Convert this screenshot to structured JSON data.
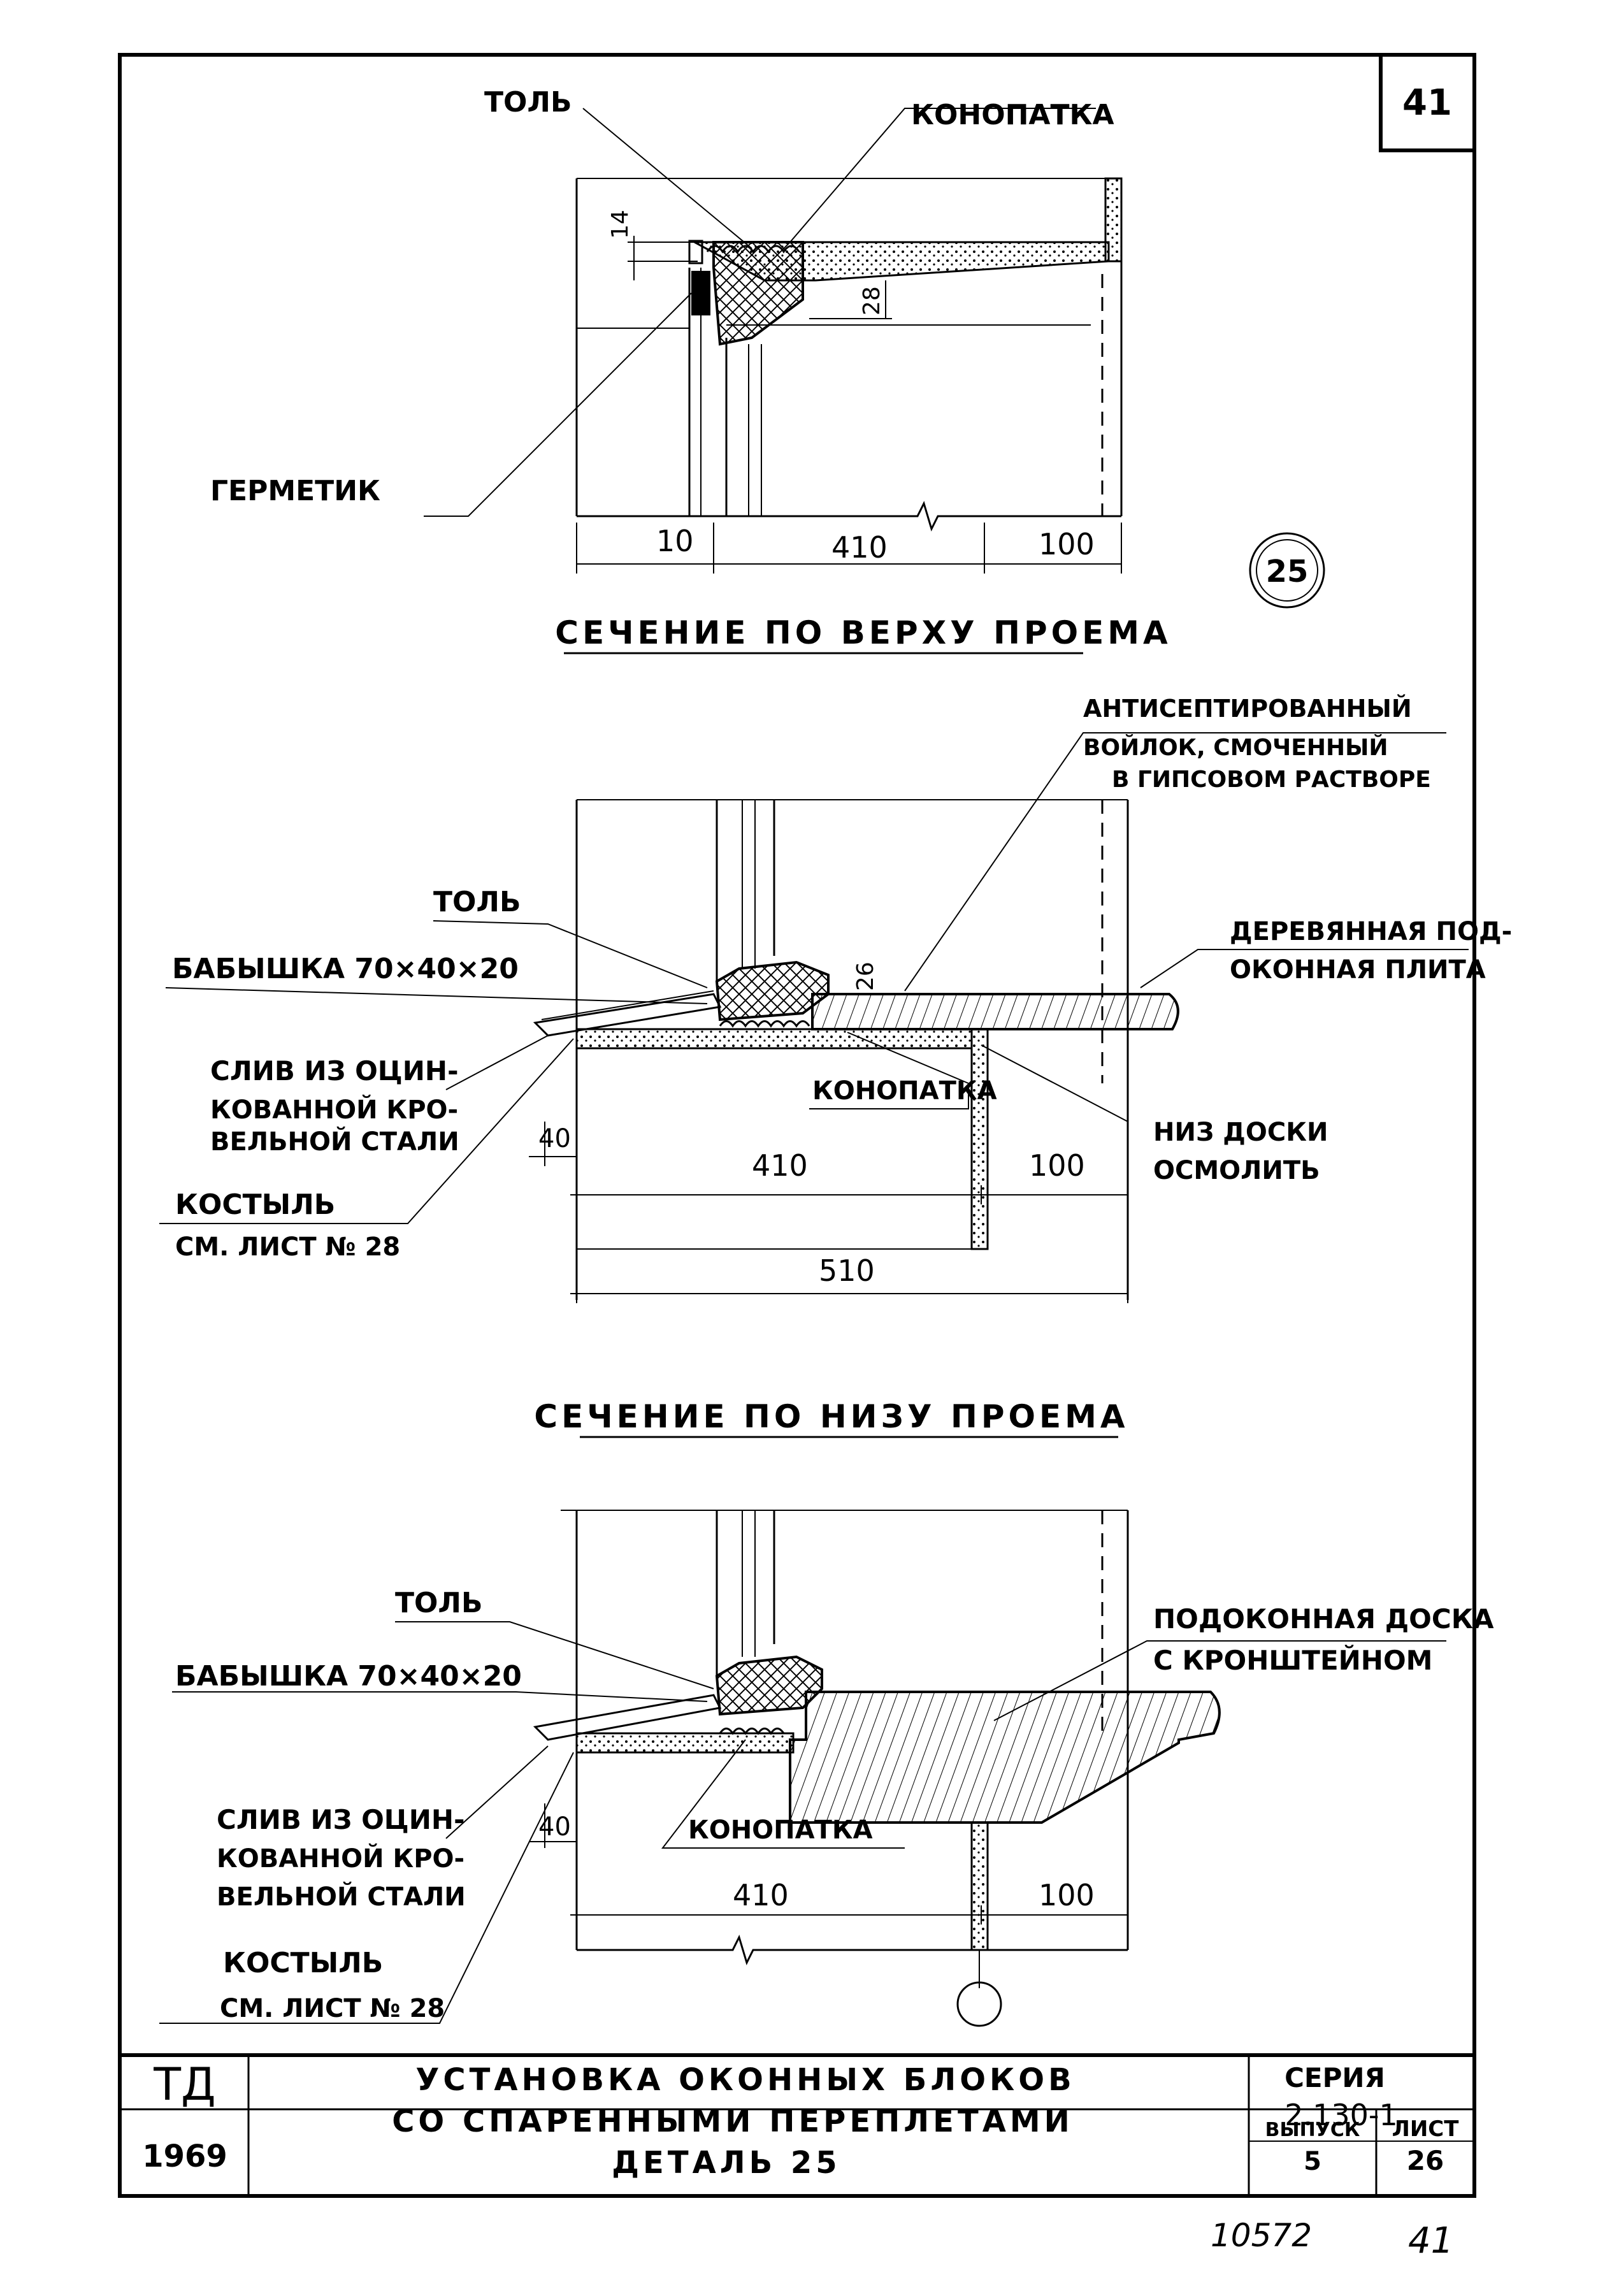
{
  "sheet": {
    "sheet_no_box": "41",
    "detail_circle": "25",
    "stamp_number": "10572",
    "stamp_sheet": "41"
  },
  "top_section": {
    "title": "СЕЧЕНИЕ ПО ВЕРХУ ПРОЕМА",
    "labels": {
      "tol": "ТОЛЬ",
      "konopatka": "КОНОПАТКА",
      "germetik": "ГЕРМЕТИК"
    },
    "dims": [
      "14",
      "28",
      "10",
      "410",
      "100"
    ]
  },
  "middle_section": {
    "title": "СЕЧЕНИЕ ПО НИЗУ ПРОЕМА",
    "labels": {
      "felt_1": "АНТИСЕПТИРОВАННЫЙ",
      "felt_2": "ВОЙЛОК, СМОЧЕННЫЙ",
      "felt_3": "В ГИПСОВОМ РАСТВОРЕ",
      "tol": "ТОЛЬ",
      "babyshka": "БАБЫШКА 70×40×20",
      "sliv_1": "СЛИВ ИЗ ОЦИН-",
      "sliv_2": "КОВАННОЙ КРО-",
      "sliv_3": "ВЕЛЬНОЙ СТАЛИ",
      "kostyl": "КОСТЫЛЬ",
      "kostyl_ref": "СМ. ЛИСТ № 28",
      "plita_1": "ДЕРЕВЯННАЯ ПОД-",
      "plita_2": "ОКОННАЯ ПЛИТА",
      "konopatka": "КОНОПАТКА",
      "niz_1": "НИЗ ДОСКИ",
      "niz_2": "ОСМОЛИТЬ"
    },
    "dims": [
      "26",
      "40",
      "410",
      "100",
      "510"
    ]
  },
  "bottom_section": {
    "labels": {
      "tol": "ТОЛЬ",
      "babyshka": "БАБЫШКА 70×40×20",
      "doska_1": "ПОДОКОННАЯ ДОСКА",
      "doska_2": "С КРОНШТЕЙНОМ",
      "sliv_1": "СЛИВ ИЗ ОЦИН-",
      "sliv_2": "КОВАННОЙ КРО-",
      "sliv_3": "ВЕЛЬНОЙ СТАЛИ",
      "konopatka": "КОНОПАТКА",
      "kostyl": "КОСТЫЛЬ",
      "kostyl_ref": "СМ. ЛИСТ № 28"
    },
    "dims": [
      "40",
      "410",
      "100"
    ]
  },
  "title_block": {
    "org": "ТД",
    "year": "1969",
    "title_1": "УСТАНОВКА ОКОННЫХ БЛОКОВ",
    "title_2": "СО СПАРЕННЫМИ ПЕРЕПЛЕТАМИ",
    "detail": "ДЕТАЛЬ 25",
    "series_label": "СЕРИЯ",
    "series_value": "2.130-1",
    "issue_label": "ВЫПУСК",
    "issue_value": "5",
    "sheet_label": "ЛИСТ",
    "sheet_value": "26"
  }
}
